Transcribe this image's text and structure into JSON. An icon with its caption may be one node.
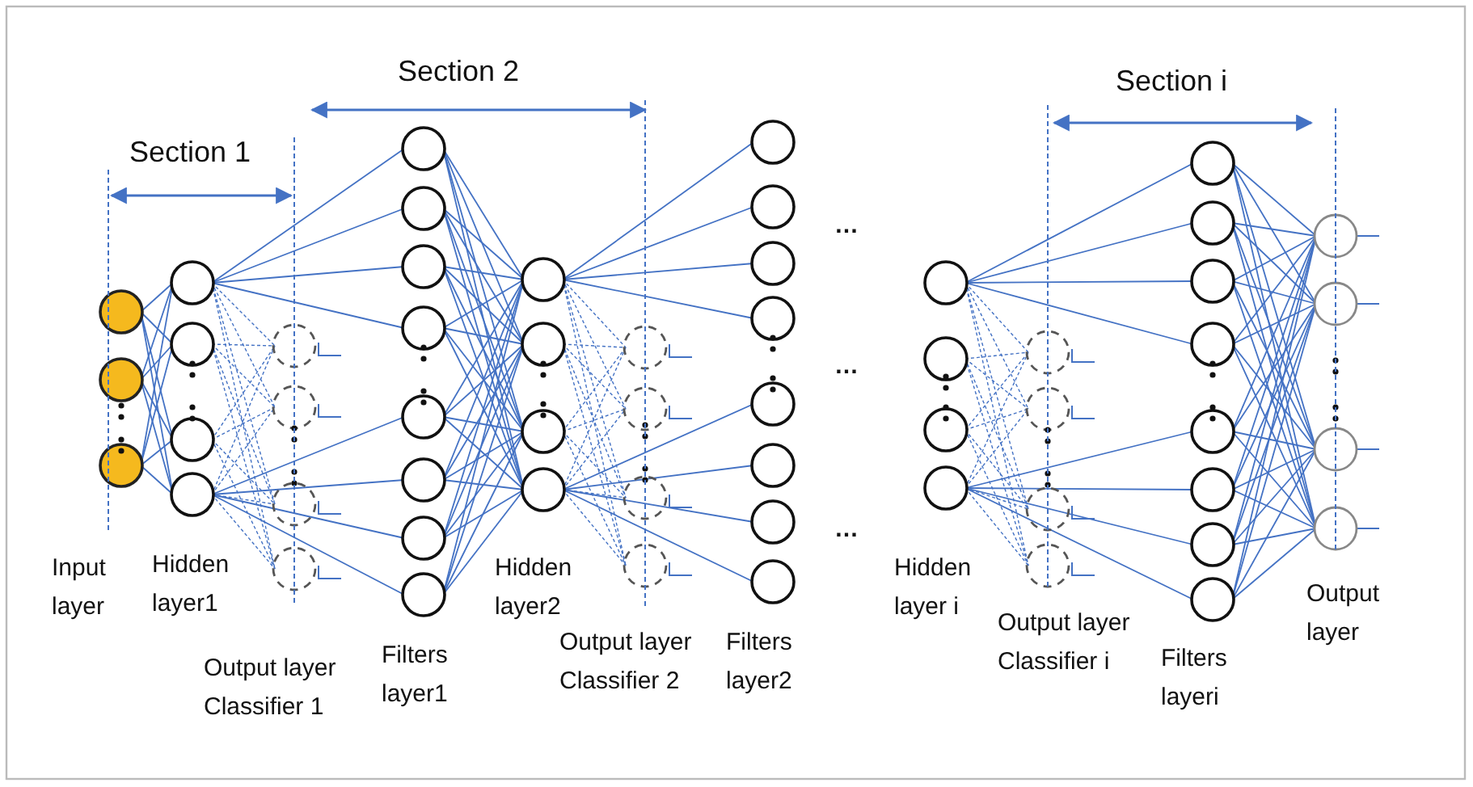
{
  "diagram": {
    "labels": [
      "Section 2",
      "Section i",
      "Section 1",
      "…",
      "…",
      "…",
      "Input layer",
      "Hidden layer1",
      "Output layer Classifier 1",
      "Filters layer1",
      "Hidden layer2",
      "Output layer Classifier 2",
      "Filters layer2",
      "Hidden layer i",
      "Output layer Classifier i",
      "Filters layeri",
      "Output layer"
    ]
  }
}
